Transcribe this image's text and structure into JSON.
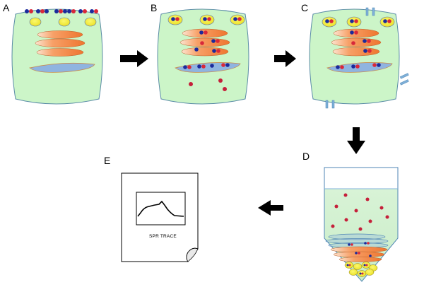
{
  "panels": {
    "a": {
      "label": "A"
    },
    "b": {
      "label": "B"
    },
    "c": {
      "label": "C"
    },
    "d": {
      "label": "D"
    },
    "e": {
      "label": "E"
    }
  },
  "document": {
    "caption": "SPR TRACE"
  },
  "colors": {
    "cell_fill": "#ccf5c8",
    "cell_stroke": "#5a8ca6",
    "golgi_fill": "#f4853e",
    "golgi_highlight": "#fbe2cc",
    "er_fill": "#8fb4e0",
    "vesicle_fill": "#f5f03a",
    "protein_blue": "#1b2a9b",
    "protein_red": "#d8283a",
    "arrow": "#000000",
    "tube_liquid": "#d6f2d6",
    "tube_stroke": "#4f86b5"
  },
  "icons": [
    "arrow-right-icon",
    "arrow-down-icon",
    "arrow-left-icon",
    "curled-page-icon",
    "spr-trace-graph-icon"
  ]
}
